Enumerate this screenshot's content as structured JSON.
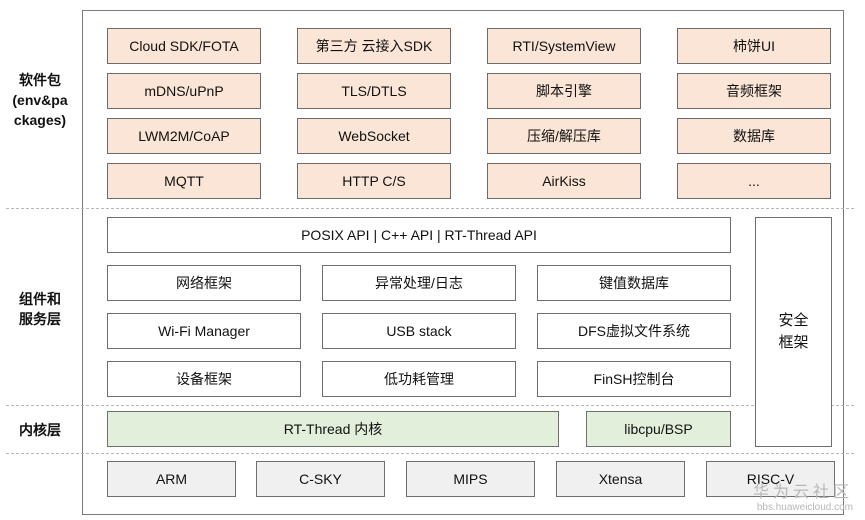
{
  "layers": {
    "software_packages": "软件包\n(env&pa\nckages)",
    "components_services": "组件和\n服务层",
    "kernel": "内核层"
  },
  "packages": {
    "row1": [
      "Cloud SDK/FOTA",
      "第三方 云接入SDK",
      "RTI/SystemView",
      "柿饼UI"
    ],
    "row2": [
      "mDNS/uPnP",
      "TLS/DTLS",
      "脚本引擎",
      "音频框架"
    ],
    "row3": [
      "LWM2M/CoAP",
      "WebSocket",
      "压缩/解压库",
      "数据库"
    ],
    "row4": [
      "MQTT",
      "HTTP C/S",
      "AirKiss",
      "..."
    ]
  },
  "services": {
    "api_bar": "POSIX API  |  C++ API  |  RT-Thread API",
    "row1": [
      "网络框架",
      "异常处理/日志",
      "键值数据库"
    ],
    "row2": [
      "Wi-Fi Manager",
      "USB stack",
      "DFS虚拟文件系统"
    ],
    "row3": [
      "设备框架",
      "低功耗管理",
      "FinSH控制台"
    ],
    "security": "安全\n框架"
  },
  "kernel": {
    "core": "RT-Thread  内核",
    "bsp": "libcpu/BSP"
  },
  "architectures": [
    "ARM",
    "C-SKY",
    "MIPS",
    "Xtensa",
    "RISC-V"
  ],
  "watermark": {
    "cn": "华为云社区",
    "url": "bbs.huaweicloud.com"
  },
  "colors": {
    "package_fill": "#fbe5d6",
    "kernel_fill": "#e2efda",
    "arch_fill": "#f0f0f0",
    "border": "#6f6f6f"
  }
}
